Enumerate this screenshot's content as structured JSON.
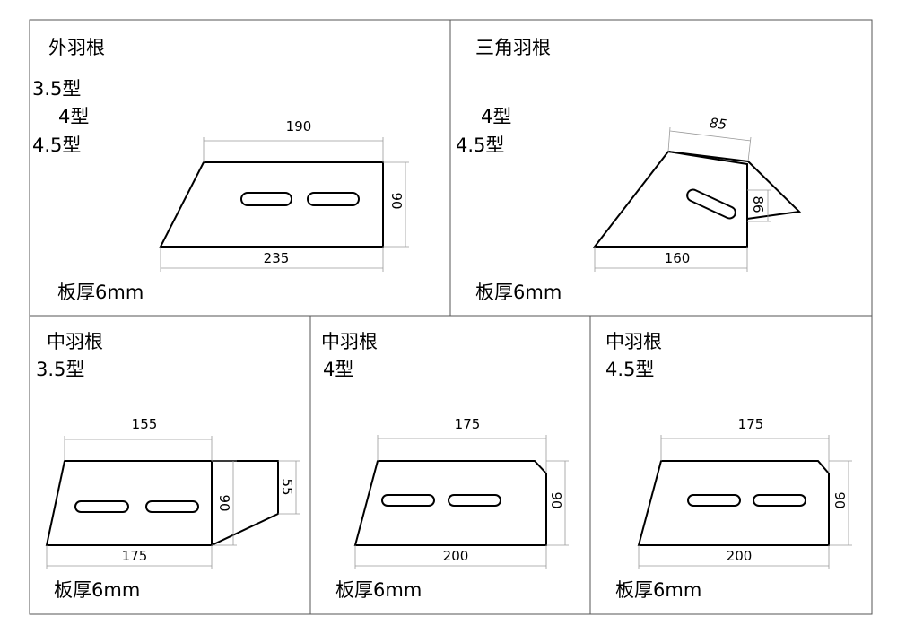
{
  "panels": {
    "outer": {
      "title": "外羽根",
      "types": [
        "3.5型",
        "4型",
        "4.5型"
      ],
      "dims": {
        "top": "190",
        "side": "90",
        "bottom": "235"
      },
      "thickness": "板厚6mm"
    },
    "triangle": {
      "title": "三角羽根",
      "types": [
        "4型",
        "4.5型"
      ],
      "dims": {
        "top": "85",
        "side": "86",
        "bottom": "160"
      },
      "thickness": "板厚6mm"
    },
    "middle35": {
      "title": "中羽根",
      "types": [
        "3.5型"
      ],
      "dims": {
        "top": "155",
        "side": "90",
        "side2": "55",
        "bottom": "175"
      },
      "thickness": "板厚6mm"
    },
    "middle4": {
      "title": "中羽根",
      "types": [
        "4型"
      ],
      "dims": {
        "top": "175",
        "side": "90",
        "bottom": "200"
      },
      "thickness": "板厚6mm"
    },
    "middle45": {
      "title": "中羽根",
      "types": [
        "4.5型"
      ],
      "dims": {
        "top": "175",
        "side": "90",
        "bottom": "200"
      },
      "thickness": "板厚6mm"
    }
  }
}
